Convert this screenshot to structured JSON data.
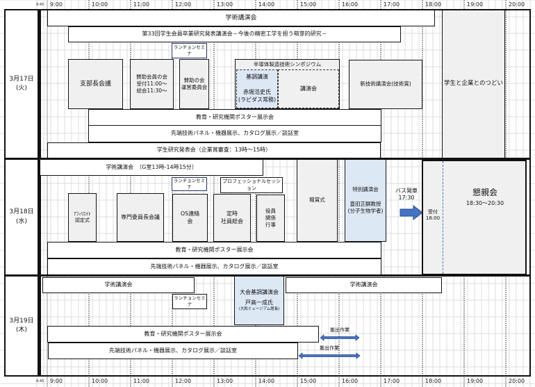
{
  "time_axis": {
    "start_label": "8:45",
    "hours": [
      "9:00",
      "10:00",
      "11:00",
      "12:00",
      "13:00",
      "14:00",
      "15:00",
      "16:00",
      "17:00",
      "18:00",
      "19:00",
      "20:00"
    ]
  },
  "colors": {
    "blue_box": "#dde8f5",
    "gray_box": "#f0f0f0",
    "arrow": "#4472c4",
    "border": "#111111"
  },
  "days": [
    {
      "label": "3月17日\n(火)",
      "events": {
        "academic_lecture": "学術講演会",
        "student_award": "第33回学生会員卒業研究発表講演会－今後の精密工学を担う萌芽的研究－",
        "luncheon": "ランチョンセミナ",
        "branch_meeting": "支部長会議",
        "supporting_members": "賛助会員の会\n受付11:00～\n総会11:30～",
        "supporting_committee": "賛助の会\n運営委員会",
        "symposium_title": "半導体製造技術シンポジウム",
        "keynote": "基調講演\n\n赤堀浩史氏\n(ラピダス常務)",
        "lecture": "講演会",
        "new_tech": "新技術講演会(技術賞)",
        "student_industry": "学生と企業とのつどい",
        "poster": "教育・研究機関ポスター展示会",
        "panel": "先端技術パネル・機器展示、カタログ展示／談話室",
        "student_research": "学生研究発表会（企業賞審査：13時～15時）"
      }
    },
    {
      "label": "3月18日\n(水)",
      "events": {
        "academic_lecture": "学術講演会　（G室13時-14時15分）",
        "luncheon": "ランチョンセミナ",
        "professional": "プロフェッショナルセッション",
        "affiliate": "ｱﾌｨﾘｴｲﾄ\n認定式",
        "committee": "専門委員長会議",
        "os_liaison": "OS連絡\n会",
        "general_meeting": "定時\n社員総会",
        "officers": "役員\n関係\n行事",
        "award_ceremony": "贈賞式",
        "special_lecture": "特別講演会\n\n豊田正嗣教授\n(分子生物学者)",
        "bus": "バス発車\n17:30",
        "reception": "受付\n18:00",
        "banquet_title": "懇親会",
        "banquet_time": "18:30～20:30",
        "poster": "教育・研究機関ポスター展示会",
        "panel": "先端技術パネル・機器展示、カタログ展示／談話室"
      }
    },
    {
      "label": "3月19日\n(木)",
      "events": {
        "academic_lecture_am": "学術講演会",
        "luncheon": "ランチョンセミナ",
        "keynote_title": "大会基調講演会",
        "keynote_speaker": "戸高一成氏",
        "keynote_affil": "(大和ミュージアム館長)",
        "academic_lecture_pm": "学術講演会",
        "poster": "教育・研究機関ポスター展示会",
        "panel": "先端技術パネル・機器展示、カタログ展示／談話室",
        "removal_1": "搬出作業",
        "removal_2": "搬出作業"
      }
    }
  ]
}
